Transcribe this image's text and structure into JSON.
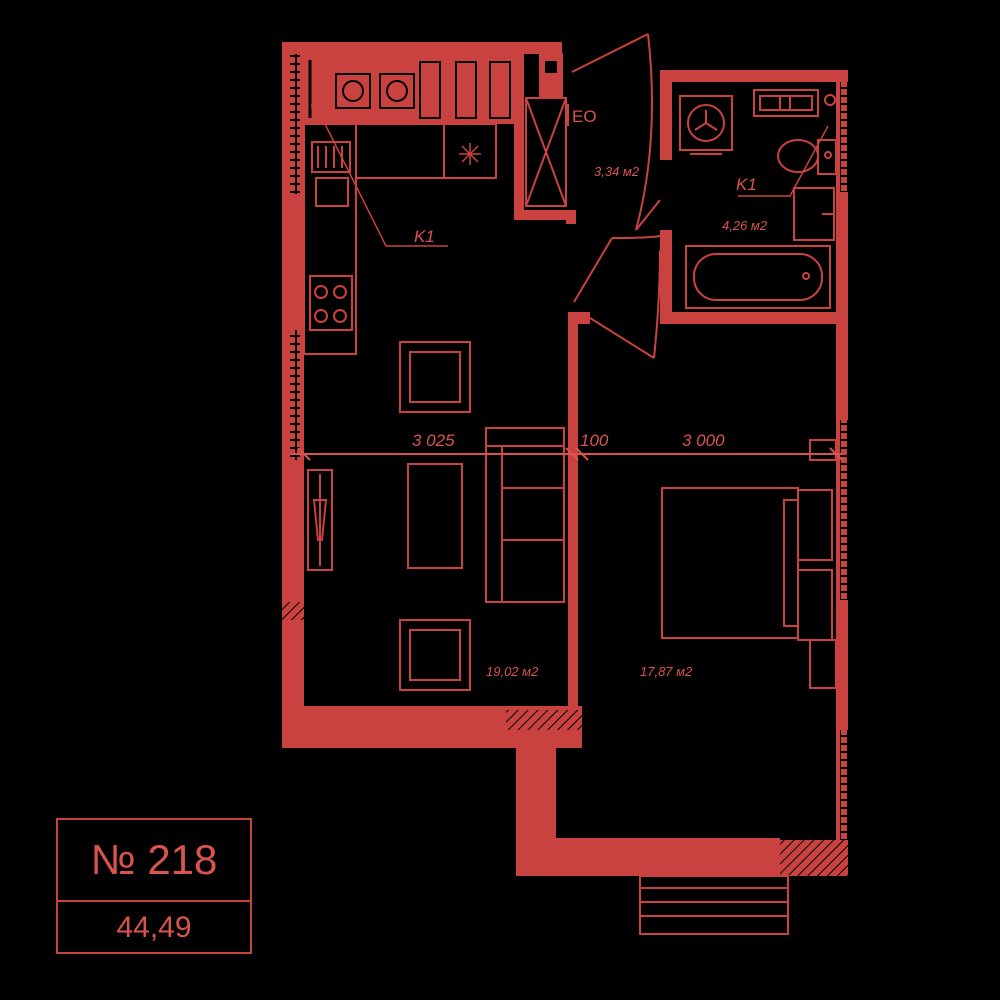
{
  "apartment": {
    "number_label": "№ 218",
    "total_area": "44,49"
  },
  "rooms": {
    "living_kitchen_area": "19,02 м2",
    "bedroom_area": "17,87 м2",
    "hall_area": "3,34 м2",
    "bathroom_area": "4,26 м2"
  },
  "dimensions": {
    "left_width": "3 025",
    "partition": "100",
    "right_width": "3 000"
  },
  "tags": {
    "kitchen_riser": "K1",
    "bath_riser": "K1",
    "electric_panel": "ЕО"
  },
  "colors": {
    "background": "#000000",
    "wall": "#c9423f",
    "line": "#d9534f"
  }
}
